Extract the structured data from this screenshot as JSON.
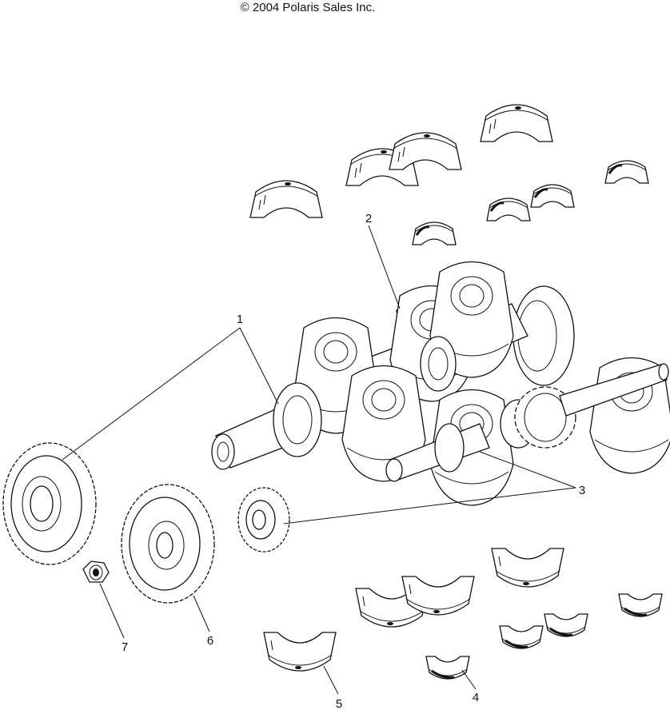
{
  "copyright": "© 2004 Polaris Sales Inc.",
  "callouts": [
    {
      "id": "1",
      "label": "1"
    },
    {
      "id": "2",
      "label": "2"
    },
    {
      "id": "3",
      "label": "3"
    },
    {
      "id": "4",
      "label": "4"
    },
    {
      "id": "5",
      "label": "5"
    },
    {
      "id": "6",
      "label": "6"
    },
    {
      "id": "7",
      "label": "7"
    }
  ]
}
